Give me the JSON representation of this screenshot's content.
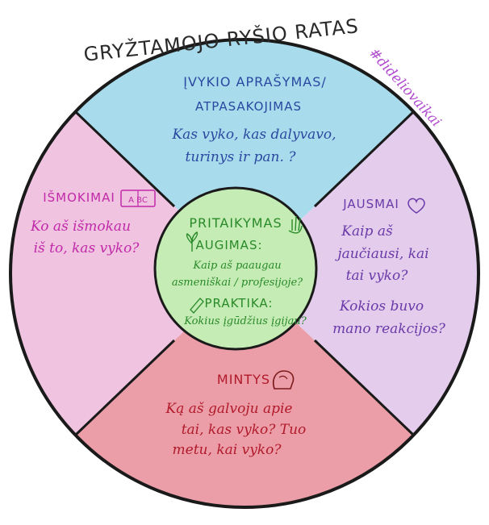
{
  "title": "GRYŽTAMOJO RYŠIO RATAS",
  "hashtag": "#dideliovaikai",
  "sections": {
    "top": {
      "heading_line1": "ĮVYKIO APRAŠYMAS/",
      "heading_line2": "ATPASAKOJIMAS",
      "text_line1": "Kas vyko, kas dalyvavo,",
      "text_line2": "turinys ir pan. ?",
      "color": "#a8dcec"
    },
    "left": {
      "heading": "IŠMOKIMAI",
      "icon_text": "A BC",
      "text_line1": "Ko aš išmokau",
      "text_line2": "iš to, kas vyko?",
      "color": "#f0c3e0"
    },
    "right": {
      "heading": "JAUSMAI",
      "text_line1": "Kaip aš",
      "text_line2": "jaučiausi, kai",
      "text_line3": "tai vyko?",
      "text_line4": "Kokios buvo",
      "text_line5": "mano reakcijos?",
      "color": "#e3ccec"
    },
    "bottom": {
      "heading": "MINTYS",
      "text_line1": "Ką aš galvoju apie",
      "text_line2": "tai, kas vyko? Tuo",
      "text_line3": "metu, kai vyko?",
      "color": "#ec9ea8"
    },
    "center": {
      "heading": "PRITAIKYMAS",
      "sub1_heading": "AUGIMAS:",
      "sub1_line1": "Kaip aš paaugau",
      "sub1_line2": "asmeniškai / profesijoje?",
      "sub2_heading": "PRAKTIKA:",
      "sub2_line1": "Kokius įgūdžius įgijau?",
      "color": "#c4ecb4"
    }
  },
  "colors": {
    "outline": "#1a1a1a",
    "top_text": "#2a48a0",
    "left_text": "#c02aa8",
    "right_text": "#6a3aa8",
    "bottom_text": "#b01a2a",
    "center_text": "#2a8a2a"
  }
}
